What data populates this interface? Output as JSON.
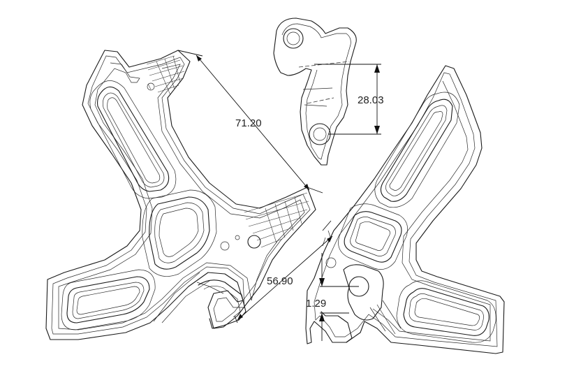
{
  "dimensions": {
    "d1": "71.20",
    "d2": "28.03",
    "d3": "56.90",
    "d4": "1.29"
  },
  "colors": {
    "line": "#1a1a1a",
    "background": "#ffffff"
  }
}
